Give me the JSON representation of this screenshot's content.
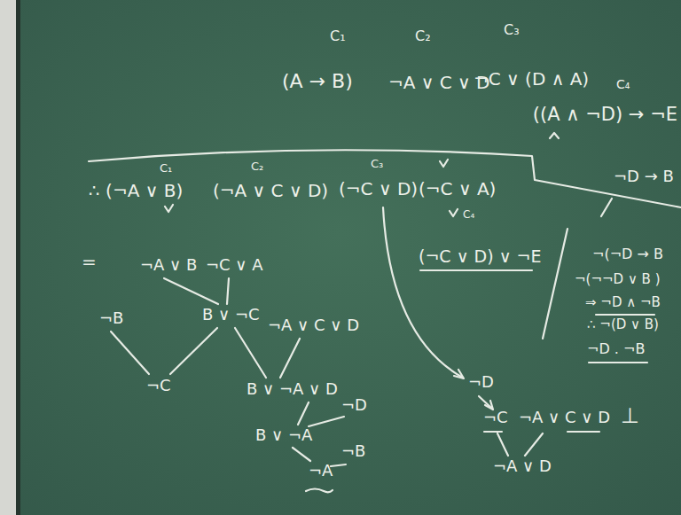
{
  "diagram": {
    "labels": [
      "C₁",
      "C₂",
      "C₃",
      "(A → B)",
      "¬A ∨ C ∨ D",
      "¬C ∨ (D ∧ A)",
      "C₄",
      "((A ∧ ¬D) → ¬E",
      "¬D → B",
      "C₁",
      "C₂",
      "C₃",
      "∴ (¬A ∨ B)",
      "(¬A ∨ C ∨ D)",
      "(¬C ∨ D)",
      "(¬C ∨ A)",
      "C₄",
      "(¬C ∨ D) ∨ ¬E",
      "¬(¬D → B",
      "¬(¬¬D ∨ B )",
      "⇒ ¬D ∧ ¬B",
      "∴ ¬(D ∨ B)",
      "¬D . ¬B",
      "⊥",
      "=",
      "¬A ∨ B",
      "¬C ∨ A",
      "¬B",
      "B ∨ ¬C",
      "¬A ∨ C ∨ D",
      "¬C",
      "B ∨ ¬A ∨ D",
      "¬D",
      "B ∨ ¬A",
      "¬B",
      "¬A",
      "¬D",
      "¬C",
      "¬A ∨ C ∨ D",
      "¬A ∨ D"
    ]
  }
}
